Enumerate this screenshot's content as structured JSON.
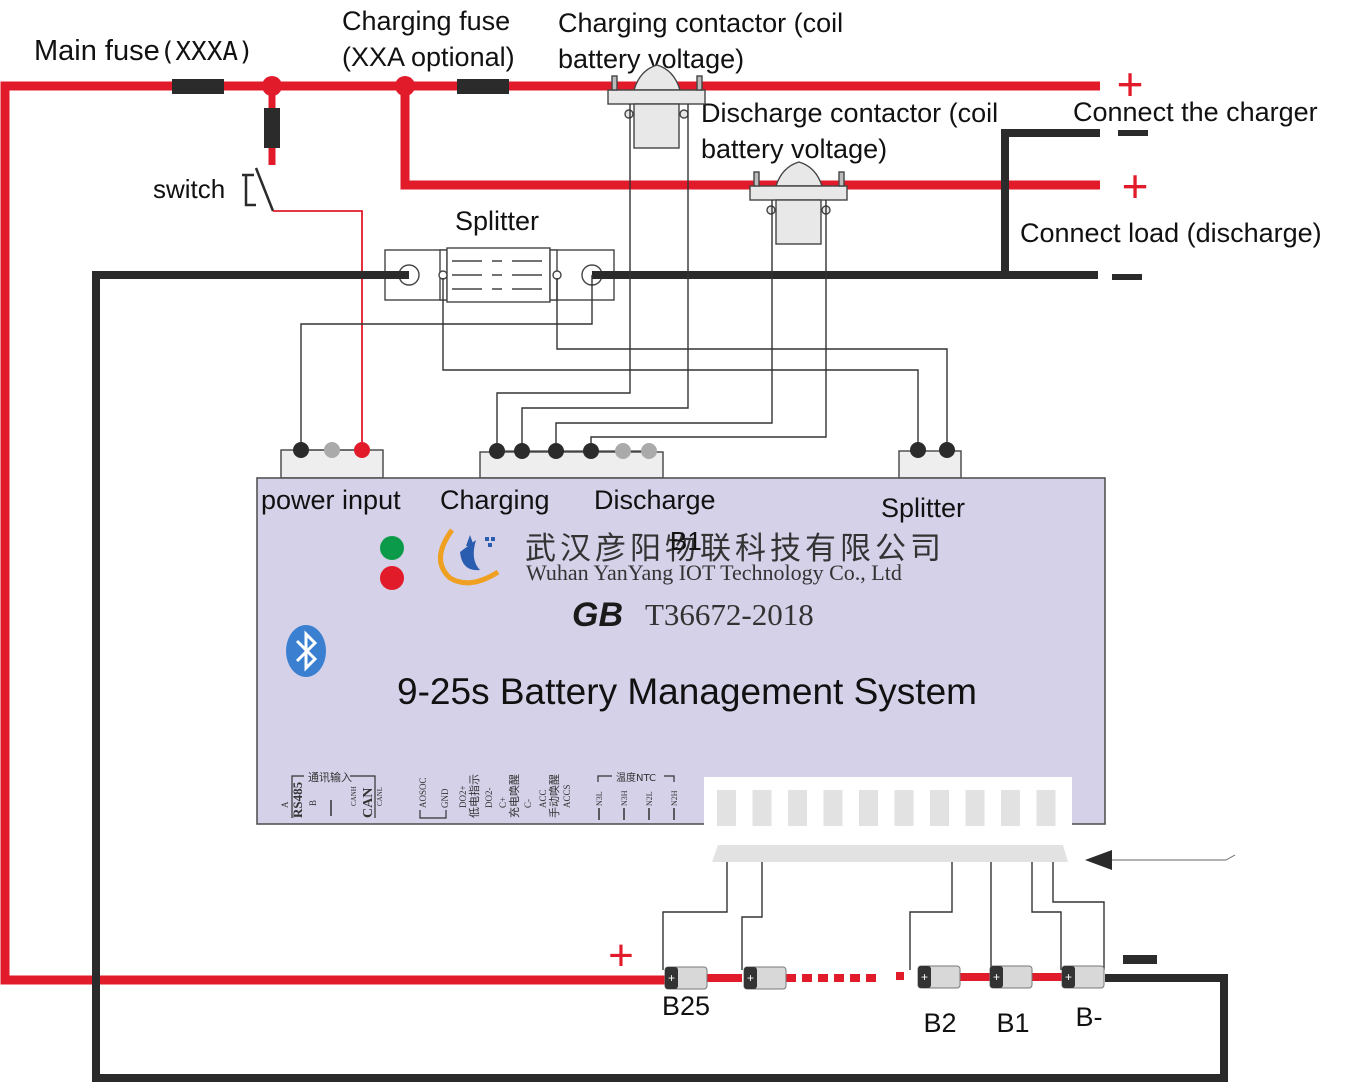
{
  "labels": {
    "main_fuse": "Main fuse",
    "main_fuse_rating": "(XXXA)",
    "charging_fuse_line1": "Charging fuse",
    "charging_fuse_line2": "(XXA optional)",
    "charging_contactor_line1": "Charging contactor (coil",
    "charging_contactor_line2": "battery voltage)",
    "discharge_contactor_line1": "Discharge contactor (coil",
    "discharge_contactor_line2": "battery voltage)",
    "connect_charger": "Connect the charger",
    "connect_load": "Connect load (discharge)",
    "switch": "switch",
    "splitter": "Splitter",
    "plus": "+",
    "minus": "−"
  },
  "bms": {
    "port_power_input": "power input",
    "port_charging": "Charging",
    "port_discharge": "Discharge",
    "port_splitter": "Splitter",
    "overlay_text": "B1",
    "company_cn": "武汉彦阳物联科技有限公司",
    "company_en": "Wuhan YanYang IOT Technology Co., Ltd",
    "standard_logo": "GB",
    "standard": "T36672-2018",
    "title": "9-25s Battery Management System",
    "led_colors": {
      "status_ok": "#0a9a4a",
      "status_fault": "#e21b2a"
    },
    "bottom_pins": {
      "comm_group": "通讯输入",
      "rs485": "RS485",
      "rs485_a": "A",
      "rs485_b": "B",
      "can": "CAN",
      "canh": "CANH",
      "canl": "CANL",
      "aosoc": "AOSOC",
      "gnd": "GND",
      "low_power_indicator": "低电指示",
      "do2_plus": "DO2+",
      "do2_minus": "DO2-",
      "charge_wake": "充电唤醒",
      "c_plus": "C+",
      "c_minus": "C-",
      "manual_wake": "手动唤醒",
      "acc": "ACC",
      "accs": "ACCS",
      "temp_group": "温度NTC",
      "n3l": "N3L",
      "n3h": "N3H",
      "n2l": "N2L",
      "n2h": "N2H"
    }
  },
  "battery": {
    "cells": [
      "B25",
      "B2",
      "B1",
      "B-"
    ],
    "plus": "+",
    "minus": "−"
  },
  "colors": {
    "positive_wire": "#e21b2a",
    "negative_wire": "#2b2b2b",
    "bms_body": "#d4d1e8",
    "bluetooth": "#3a7fd0"
  }
}
